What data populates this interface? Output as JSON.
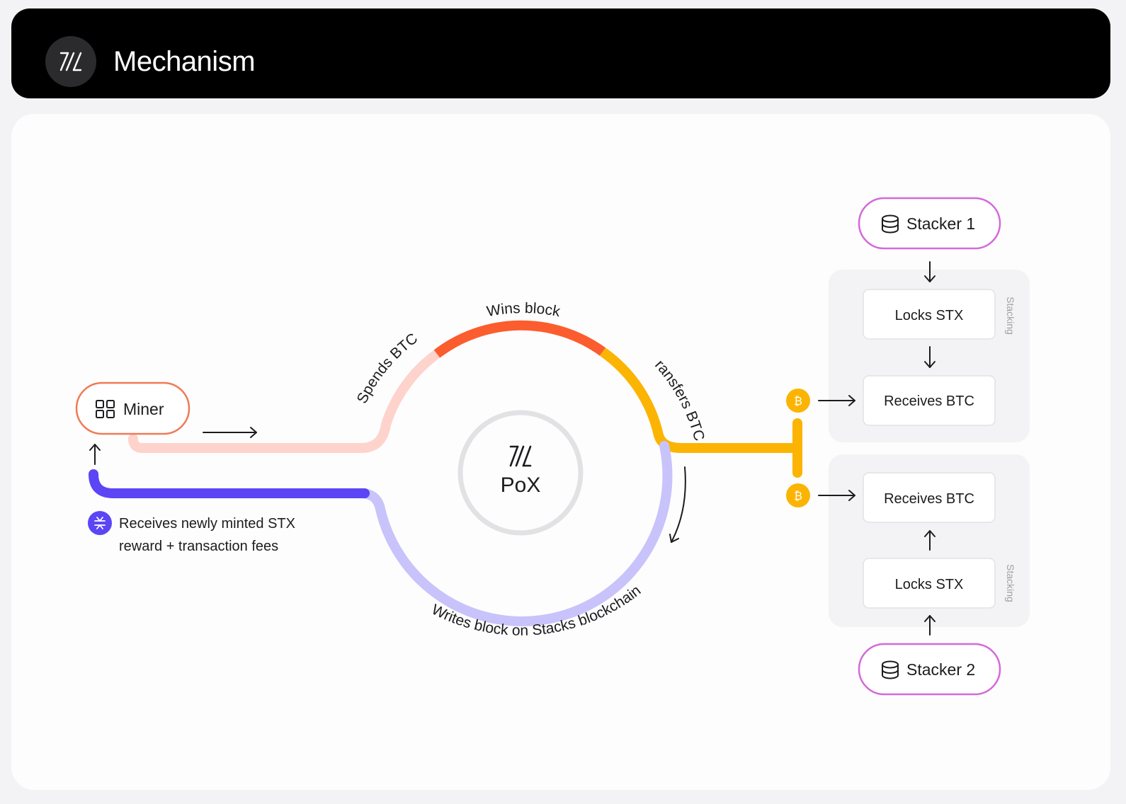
{
  "header": {
    "title": "Mechanism",
    "logo": "stacks-logo-icon"
  },
  "center": {
    "label": "PoX",
    "icon": "stacks-logo-icon"
  },
  "miner": {
    "label": "Miner",
    "icon": "grid-icon"
  },
  "arc_labels": {
    "spends": "Spends BTC",
    "wins": "Wins block",
    "transfers": "Transfers BTC",
    "writes": "Writes block on Stacks blockchain"
  },
  "reward": {
    "line1": "Receives newly minted STX",
    "line2": "reward + transaction fees",
    "icon": "stx-coin-icon"
  },
  "stacker1": {
    "label": "Stacker 1",
    "icon": "database-icon",
    "group_label": "Stacking",
    "step_locks": "Locks STX",
    "step_receives": "Receives BTC"
  },
  "stacker2": {
    "label": "Stacker 2",
    "icon": "database-icon",
    "group_label": "Stacking",
    "step_locks": "Locks STX",
    "step_receives": "Receives BTC"
  },
  "colors": {
    "miner_border": "#f07a55",
    "spends": "#fdd3cc",
    "wins": "#fb5d2e",
    "transfers": "#fbb402",
    "writes": "#c8c3fa",
    "reward_line": "#5b45f5",
    "stacker_border": "#d36ad9",
    "btc_coin": "#fbb402"
  }
}
